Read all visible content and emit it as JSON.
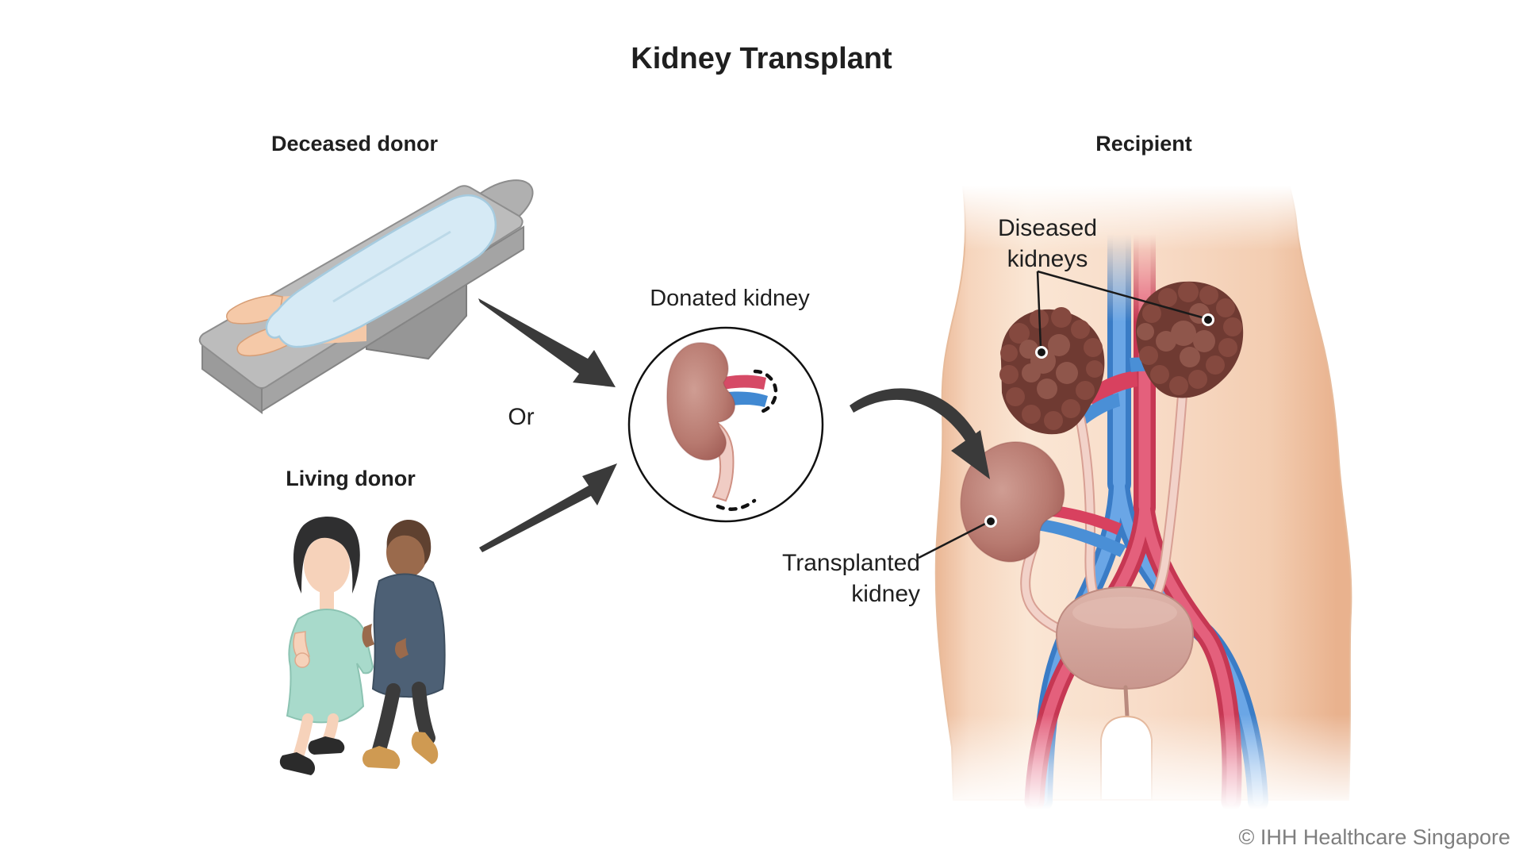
{
  "title": "Kidney Transplant",
  "labels": {
    "deceased_donor": "Deceased donor",
    "living_donor": "Living donor",
    "or": "Or",
    "donated_kidney": "Donated kidney",
    "recipient": "Recipient",
    "diseased_kidneys": "Diseased kidneys",
    "transplanted_kidney": "Transplanted kidney"
  },
  "footer": {
    "copyright": "© IHH Healthcare Singapore"
  },
  "colors": {
    "text": "#1f1f1f",
    "copy": "#7e7e7e",
    "arrow": "#3a3a3a",
    "skin": "#f7dcc8",
    "skin_edge": "#eab795",
    "sheet_blue": "#d6eaf5",
    "sheet_edge": "#a6cbdf",
    "table_gray": "#bcbcbc",
    "artery_red": "#d8415f",
    "vein_blue": "#4a8fd6",
    "diseased_kidney": "#7c4038",
    "healthy_kidney": "#b5766c",
    "ureter_pink": "#f2d2c9",
    "bladder_pink": "#d5a89f",
    "dress_teal": "#a8dacb",
    "shirt_slate": "#4d6075",
    "donor_skin": "#f6d2ba",
    "man_skin": "#9a6a4c"
  }
}
